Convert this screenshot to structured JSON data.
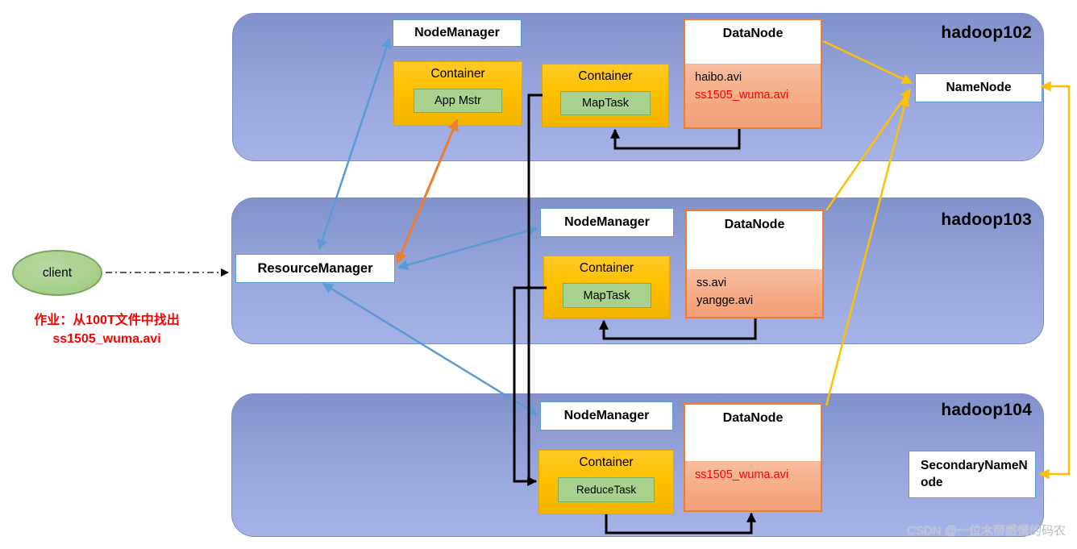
{
  "watermark": "CSDN @一位木带感情的码农",
  "client": {
    "label": "client"
  },
  "job_note": {
    "line1": "作业：从100T文件中找出",
    "line2": "ss1505_wuma.avi"
  },
  "resource_manager": {
    "label": "ResourceManager"
  },
  "name_node": {
    "label": "NameNode"
  },
  "secondary_name_node": {
    "label": "SecondaryNameNode"
  },
  "hosts": {
    "hadoop102": {
      "title": "hadoop102",
      "node_manager": "NodeManager",
      "am_container": {
        "title": "Container",
        "task": "App Mstr"
      },
      "map_container": {
        "title": "Container",
        "task": "MapTask"
      },
      "data_node": {
        "title": "DataNode",
        "file1": "haibo.avi",
        "file2": "ss1505_wuma.avi"
      }
    },
    "hadoop103": {
      "title": "hadoop103",
      "node_manager": "NodeManager",
      "map_container": {
        "title": "Container",
        "task": "MapTask"
      },
      "data_node": {
        "title": "DataNode",
        "file1": "ss.avi",
        "file2": "yangge.avi"
      }
    },
    "hadoop104": {
      "title": "hadoop104",
      "node_manager": "NodeManager",
      "reduce_container": {
        "title": "Container",
        "task": "ReduceTask"
      },
      "data_node": {
        "title": "DataNode",
        "file1": "ss1505_wuma.avi"
      }
    }
  },
  "colors": {
    "row_fill": "#93A3D9",
    "box_border_blue": "#5B9BD5",
    "container_fill": "#FFC000",
    "task_fill": "#A9D18E",
    "datanode_border": "#ED7D31",
    "datanode_file_fill": "#F5AA82",
    "arrow_blue": "#5B9BD5",
    "arrow_orange": "#ED7D31",
    "arrow_gold": "#FFC000",
    "arrow_black": "#000000",
    "highlight_red": "#FF0000"
  }
}
